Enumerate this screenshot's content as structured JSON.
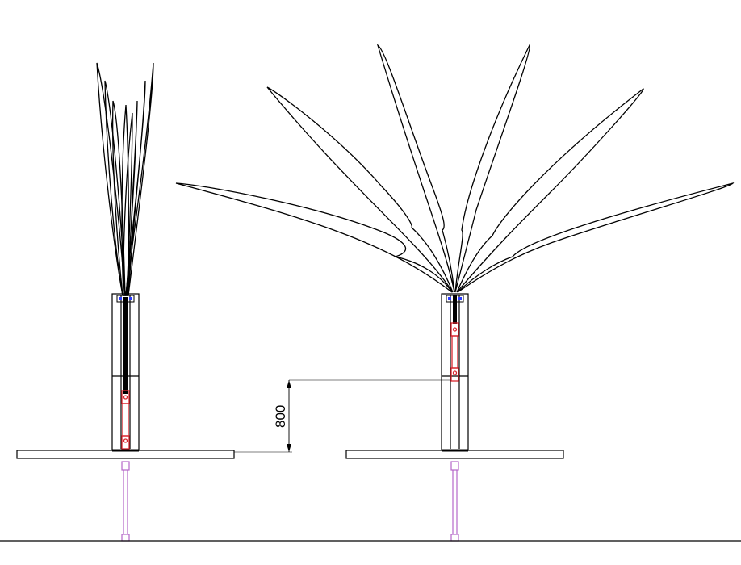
{
  "drawing": {
    "dimension": {
      "value": "800"
    },
    "views": [
      {
        "name": "closed-state-elevation"
      },
      {
        "name": "open-state-elevation"
      }
    ],
    "colors": {
      "line": "#000000",
      "ground": "#000000",
      "dimension": "#000000",
      "mechanism_red": "#d9252e",
      "mechanism_purple": "#b566c9",
      "mechanism_blue": "#2b3cff"
    }
  }
}
